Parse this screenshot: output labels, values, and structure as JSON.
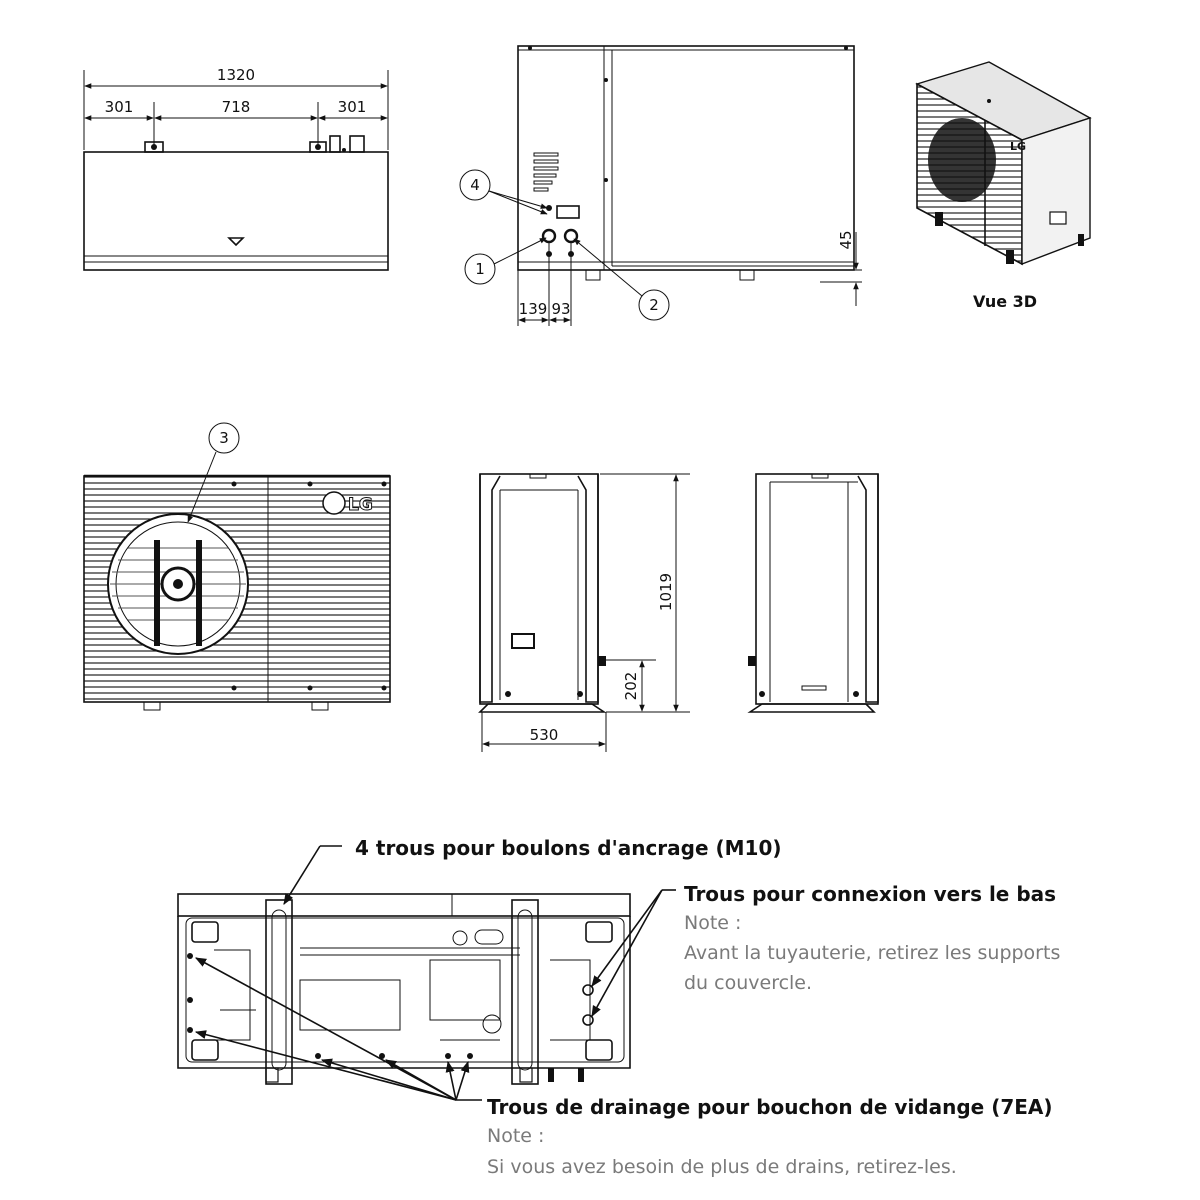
{
  "dimensions": {
    "top_total": "1320",
    "top_left": "301",
    "top_mid": "718",
    "top_right": "301",
    "side_a": "139",
    "side_b": "93",
    "height_base": "45",
    "height_total": "1019",
    "height_pipe": "202",
    "depth": "530"
  },
  "callouts": [
    "1",
    "2",
    "3",
    "4"
  ],
  "view_3d_label": "Vue 3D",
  "brand_logo": "LG",
  "base_notes": {
    "anchor_holes": "4 trous pour boulons d'ancrage (M10)",
    "bottom_connection": {
      "title": "Trous pour connexion vers le bas",
      "note_label": "Note :",
      "note_line1": "Avant la tuyauterie, retirez les supports",
      "note_line2": "du couvercle."
    },
    "drain_holes": {
      "title": "Trous de drainage pour bouchon de vidange (7EA)",
      "note_label": "Note :",
      "note_line1": "Si vous avez besoin de plus de drains, retirez-les."
    }
  }
}
